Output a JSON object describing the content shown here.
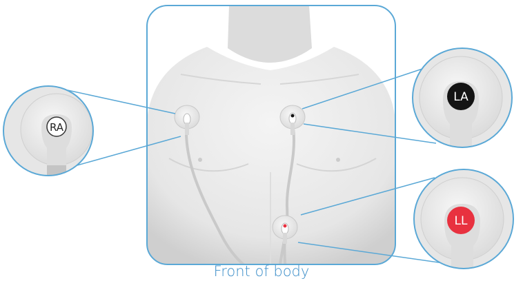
{
  "electrodes": [
    {
      "label": "RA",
      "badge_color": "#ffffff",
      "text_color": "#222222"
    },
    {
      "label": "LA",
      "badge_color": "#141414",
      "text_color": "#ffffff"
    },
    {
      "label": "LL",
      "badge_color": "#e8313f",
      "text_color": "#ffffff"
    }
  ],
  "caption": "Front of body",
  "colors": {
    "accent": "#5aa8d6",
    "caption": "#3a8dc8",
    "lead_red": "#e8313f",
    "lead_black": "#141414"
  },
  "icons": [
    "torso-figure",
    "electrode-pad",
    "lead-wire"
  ]
}
